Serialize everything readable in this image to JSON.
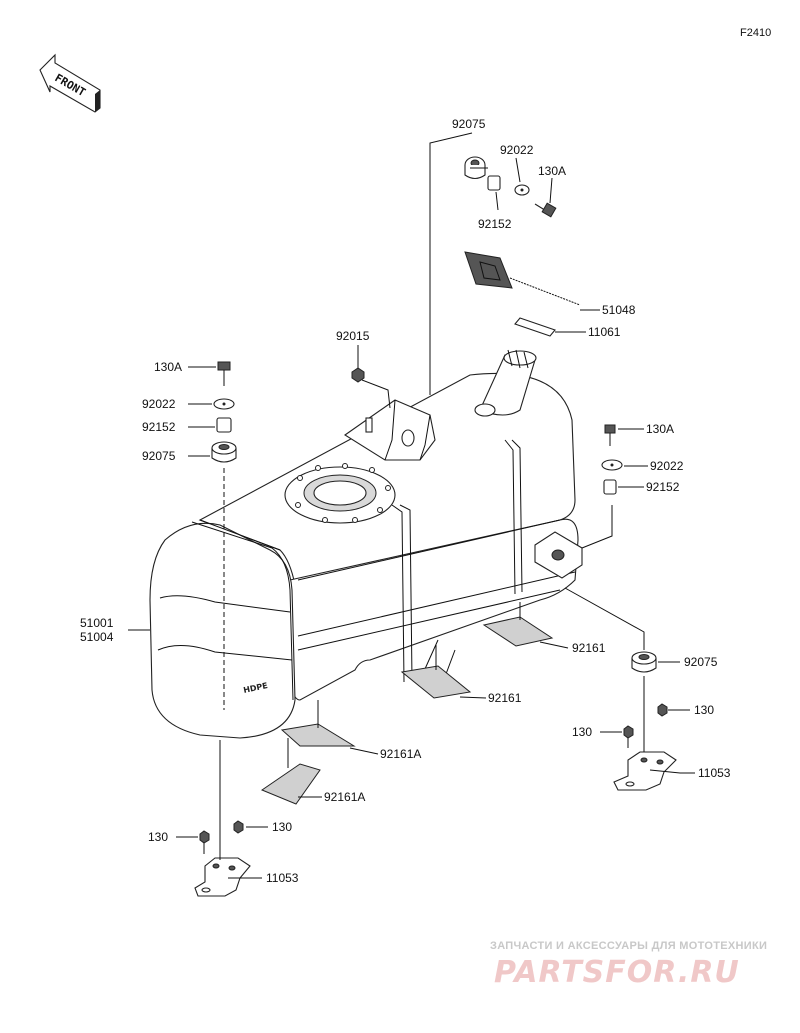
{
  "figure_code": "F2410",
  "front_label": "FRONT",
  "tank_marking": "HDPE",
  "labels": {
    "p92075_top": "92075",
    "p92022_top": "92022",
    "p130A_top": "130A",
    "p92152_top": "92152",
    "p51048": "51048",
    "p11061": "11061",
    "p92015": "92015",
    "p130A_left": "130A",
    "p92022_left": "92022",
    "p92152_left": "92152",
    "p92075_left": "92075",
    "p130A_right": "130A",
    "p92022_right": "92022",
    "p92152_right": "92152",
    "p51001": "51001",
    "p51004": "51004",
    "p92161_upper": "92161",
    "p92075_right": "92075",
    "p92161_lower": "92161",
    "p130_right_a": "130",
    "p130_right_b": "130",
    "p92161A_upper": "92161A",
    "p11053_right": "11053",
    "p92161A_lower": "92161A",
    "p130_left_a": "130",
    "p130_left_b": "130",
    "p11053_left": "11053"
  },
  "watermark": {
    "subtitle": "ЗАПЧАСТИ И АКСЕССУАРЫ ДЛЯ МОТОТЕХНИКИ",
    "brand": "PARTSFOR.RU"
  }
}
